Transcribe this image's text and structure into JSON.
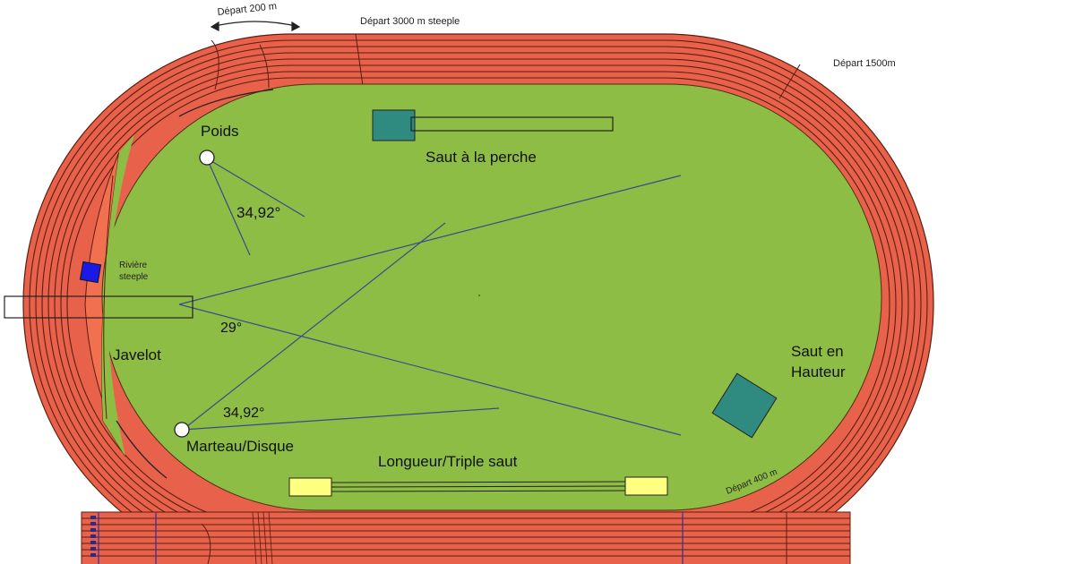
{
  "labels": {
    "depart_200": "Départ 200 m",
    "depart_3000_steeple": "Départ 3000 m steeple",
    "depart_1500": "Départ 1500m",
    "depart_400": "Départ 400 m",
    "poids": "Poids",
    "angle_poids": "34,92°",
    "saut_perche": "Saut à la perche",
    "riviere_line1": "Rivière",
    "riviere_line2": "steeple",
    "angle_javelot": "29°",
    "javelot": "Javelot",
    "angle_marteau": "34,92°",
    "marteau_disque": "Marteau/Disque",
    "longueur_triple": "Longueur/Triple saut",
    "saut_hauteur_line1": "Saut en",
    "saut_hauteur_line2": "Hauteur"
  },
  "colors": {
    "track": "#e8614a",
    "track_lines": "#5a1e10",
    "field": "#8dbd45",
    "water_pit": "#f07050",
    "pit_teal": "#2f8a80",
    "sand_yellow": "#ffff80",
    "water_blue": "#1a1ae6",
    "sector_lines": "#3a4a8a"
  }
}
